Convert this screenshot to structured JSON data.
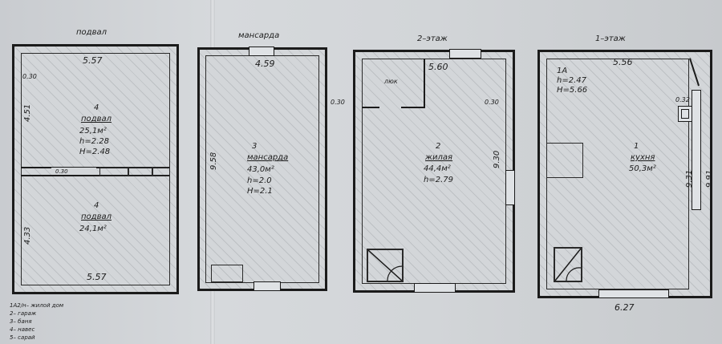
{
  "plans": {
    "basement": {
      "title": "подвал",
      "top_width": "5.57",
      "bottom_width": "5.57",
      "wall_note": "0.30",
      "upper_height": "4.51",
      "lower_height": "4.33",
      "partition_note": "0.30",
      "upper_room": {
        "number": "4",
        "name": "подвал",
        "area": "25,1м²",
        "h": "h=2.28",
        "H": "H=2.48"
      },
      "lower_room": {
        "number": "4",
        "name": "подвал",
        "area": "24,1м²"
      }
    },
    "attic": {
      "title": "мансарда",
      "top_width": "4.59",
      "side_height": "9.58",
      "wall_note": "0.30",
      "room": {
        "number": "3",
        "name": "мансарда",
        "area": "43,0м²",
        "h": "h=2.0",
        "H": "H=2.1"
      }
    },
    "floor2": {
      "title": "2–этаж",
      "top_width": "5.60",
      "wall_note": "0.30",
      "side_height": "9.30",
      "hatch_label": "люк",
      "room": {
        "number": "2",
        "name": "жилая",
        "area": "44,4м²",
        "h": "h=2.79"
      }
    },
    "floor1": {
      "title": "1–этаж",
      "top_width": "5.56",
      "bottom_width": "6.27",
      "wall_note": "0.32",
      "inner_height": "9.31",
      "outer_height": "9.91",
      "note_1a": "1А",
      "note_h": "h=2.47",
      "note_H": "H=5.66",
      "room": {
        "number": "1",
        "name": "кухня",
        "area": "50,3м²"
      }
    }
  },
  "legend": [
    "1А2/н– жилой дом",
    "2– гараж",
    "3– баня",
    "4– навес",
    "5– сарай"
  ]
}
